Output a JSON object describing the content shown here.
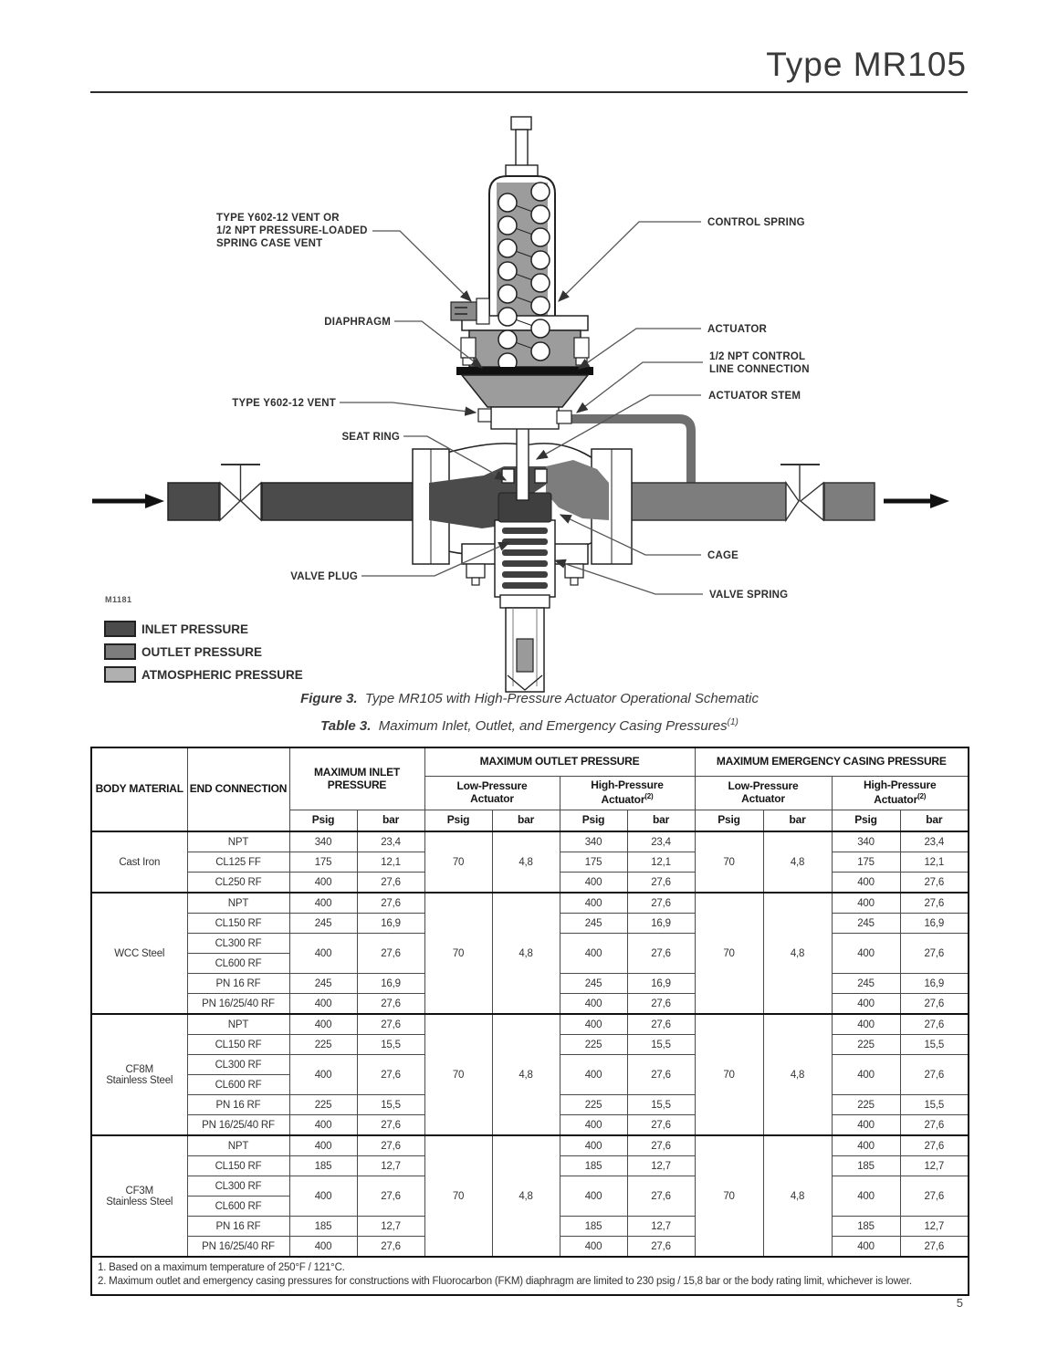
{
  "page": {
    "title": "Type MR105",
    "page_number": "5"
  },
  "figure_caption": {
    "label": "Figure 3.",
    "text": "Type MR105 with High-Pressure Actuator Operational Schematic"
  },
  "diagram": {
    "drawing_number": "M1181",
    "labels": {
      "spring_case_vent_1": "TYPE Y602-12 VENT OR",
      "spring_case_vent_2": "1/2 NPT PRESSURE-LOADED",
      "spring_case_vent_3": "SPRING CASE VENT",
      "diaphragm": "DIAPHRAGM",
      "type_y602_vent": "TYPE Y602-12 VENT",
      "seat_ring": "SEAT RING",
      "valve_plug": "VALVE PLUG",
      "control_spring": "CONTROL SPRING",
      "actuator": "ACTUATOR",
      "npt_control_1": "1/2 NPT CONTROL",
      "npt_control_2": "LINE CONNECTION",
      "actuator_stem": "ACTUATOR STEM",
      "cage": "CAGE",
      "valve_spring": "VALVE SPRING"
    },
    "legend": [
      {
        "label": "INLET PRESSURE",
        "color": "#4b4b4b"
      },
      {
        "label": "OUTLET PRESSURE",
        "color": "#7d7d7d"
      },
      {
        "label": "ATMOSPHERIC PRESSURE",
        "color": "#b0b0b0"
      }
    ]
  },
  "table": {
    "caption_label": "Table 3.",
    "caption_text": "Maximum Inlet, Outlet, and Emergency Casing Pressures",
    "caption_sup": "(1)",
    "headers": {
      "body_material": "BODY MATERIAL",
      "end_connection": "END CONNECTION",
      "max_inlet": "MAXIMUM INLET PRESSURE",
      "max_outlet": "MAXIMUM OUTLET PRESSURE",
      "max_emergency": "MAXIMUM EMERGENCY CASING PRESSURE",
      "low_pressure_l1": "Low-Pressure",
      "low_pressure_l2": "Actuator",
      "high_pressure_l1": "High-Pressure",
      "high_pressure_l2": "Actuator",
      "high_pressure_sup": "(2)",
      "psig": "Psig",
      "bar": "bar"
    },
    "sections": [
      {
        "material_lines": [
          "Cast Iron"
        ],
        "lp_outlet": [
          "70",
          "4,8"
        ],
        "lp_emergency": [
          "70",
          "4,8"
        ],
        "rows": [
          {
            "end_connection": "NPT",
            "span": 1,
            "inlet": [
              "340",
              "23,4"
            ],
            "hp_outlet": [
              "340",
              "23,4"
            ],
            "hp_emergency": [
              "340",
              "23,4"
            ]
          },
          {
            "end_connection": "CL125 FF",
            "span": 1,
            "inlet": [
              "175",
              "12,1"
            ],
            "hp_outlet": [
              "175",
              "12,1"
            ],
            "hp_emergency": [
              "175",
              "12,1"
            ]
          },
          {
            "end_connection": "CL250 RF",
            "span": 1,
            "inlet": [
              "400",
              "27,6"
            ],
            "hp_outlet": [
              "400",
              "27,6"
            ],
            "hp_emergency": [
              "400",
              "27,6"
            ]
          }
        ]
      },
      {
        "material_lines": [
          "WCC Steel"
        ],
        "lp_outlet": [
          "70",
          "4,8"
        ],
        "lp_emergency": [
          "70",
          "4,8"
        ],
        "rows": [
          {
            "end_connection": "NPT",
            "span": 1,
            "inlet": [
              "400",
              "27,6"
            ],
            "hp_outlet": [
              "400",
              "27,6"
            ],
            "hp_emergency": [
              "400",
              "27,6"
            ]
          },
          {
            "end_connection": "CL150 RF",
            "span": 1,
            "inlet": [
              "245",
              "16,9"
            ],
            "hp_outlet": [
              "245",
              "16,9"
            ],
            "hp_emergency": [
              "245",
              "16,9"
            ]
          },
          {
            "end_connection": "CL300 RF",
            "span": 2,
            "inlet": [
              "400",
              "27,6"
            ],
            "hp_outlet": [
              "400",
              "27,6"
            ],
            "hp_emergency": [
              "400",
              "27,6"
            ]
          },
          {
            "end_connection": "CL600 RF",
            "span": 0
          },
          {
            "end_connection": "PN 16 RF",
            "span": 1,
            "inlet": [
              "245",
              "16,9"
            ],
            "hp_outlet": [
              "245",
              "16,9"
            ],
            "hp_emergency": [
              "245",
              "16,9"
            ]
          },
          {
            "end_connection": "PN 16/25/40 RF",
            "span": 1,
            "inlet": [
              "400",
              "27,6"
            ],
            "hp_outlet": [
              "400",
              "27,6"
            ],
            "hp_emergency": [
              "400",
              "27,6"
            ]
          }
        ]
      },
      {
        "material_lines": [
          "CF8M",
          "Stainless Steel"
        ],
        "lp_outlet": [
          "70",
          "4,8"
        ],
        "lp_emergency": [
          "70",
          "4,8"
        ],
        "rows": [
          {
            "end_connection": "NPT",
            "span": 1,
            "inlet": [
              "400",
              "27,6"
            ],
            "hp_outlet": [
              "400",
              "27,6"
            ],
            "hp_emergency": [
              "400",
              "27,6"
            ]
          },
          {
            "end_connection": "CL150 RF",
            "span": 1,
            "inlet": [
              "225",
              "15,5"
            ],
            "hp_outlet": [
              "225",
              "15,5"
            ],
            "hp_emergency": [
              "225",
              "15,5"
            ]
          },
          {
            "end_connection": "CL300 RF",
            "span": 2,
            "inlet": [
              "400",
              "27,6"
            ],
            "hp_outlet": [
              "400",
              "27,6"
            ],
            "hp_emergency": [
              "400",
              "27,6"
            ]
          },
          {
            "end_connection": "CL600 RF",
            "span": 0
          },
          {
            "end_connection": "PN 16 RF",
            "span": 1,
            "inlet": [
              "225",
              "15,5"
            ],
            "hp_outlet": [
              "225",
              "15,5"
            ],
            "hp_emergency": [
              "225",
              "15,5"
            ]
          },
          {
            "end_connection": "PN 16/25/40 RF",
            "span": 1,
            "inlet": [
              "400",
              "27,6"
            ],
            "hp_outlet": [
              "400",
              "27,6"
            ],
            "hp_emergency": [
              "400",
              "27,6"
            ]
          }
        ]
      },
      {
        "material_lines": [
          "CF3M",
          "Stainless Steel"
        ],
        "lp_outlet": [
          "70",
          "4,8"
        ],
        "lp_emergency": [
          "70",
          "4,8"
        ],
        "rows": [
          {
            "end_connection": "NPT",
            "span": 1,
            "inlet": [
              "400",
              "27,6"
            ],
            "hp_outlet": [
              "400",
              "27,6"
            ],
            "hp_emergency": [
              "400",
              "27,6"
            ]
          },
          {
            "end_connection": "CL150 RF",
            "span": 1,
            "inlet": [
              "185",
              "12,7"
            ],
            "hp_outlet": [
              "185",
              "12,7"
            ],
            "hp_emergency": [
              "185",
              "12,7"
            ]
          },
          {
            "end_connection": "CL300 RF",
            "span": 2,
            "inlet": [
              "400",
              "27,6"
            ],
            "hp_outlet": [
              "400",
              "27,6"
            ],
            "hp_emergency": [
              "400",
              "27,6"
            ]
          },
          {
            "end_connection": "CL600 RF",
            "span": 0
          },
          {
            "end_connection": "PN 16 RF",
            "span": 1,
            "inlet": [
              "185",
              "12,7"
            ],
            "hp_outlet": [
              "185",
              "12,7"
            ],
            "hp_emergency": [
              "185",
              "12,7"
            ]
          },
          {
            "end_connection": "PN 16/25/40 RF",
            "span": 1,
            "inlet": [
              "400",
              "27,6"
            ],
            "hp_outlet": [
              "400",
              "27,6"
            ],
            "hp_emergency": [
              "400",
              "27,6"
            ]
          }
        ]
      }
    ],
    "footnotes": [
      {
        "num": "1.",
        "text": "Based on a maximum temperature of 250°F / 121°C."
      },
      {
        "num": "2.",
        "text": "Maximum outlet and emergency casing pressures for constructions with Fluorocarbon (FKM) diaphragm are limited to 230 psig / 15,8 bar or the body rating limit, whichever is lower."
      }
    ]
  }
}
